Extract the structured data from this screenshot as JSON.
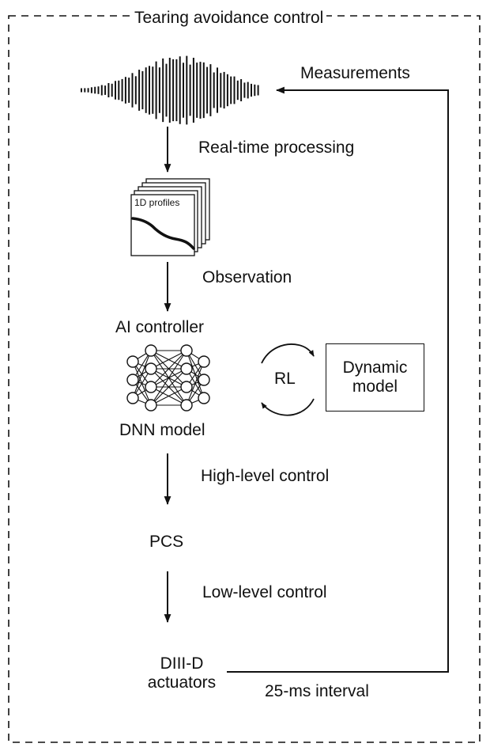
{
  "title": "Tearing avoidance control",
  "labels": {
    "measurements": "Measurements",
    "real_time_processing": "Real-time processing",
    "profiles": "1D profiles",
    "observation": "Observation",
    "ai_controller": "AI controller",
    "dnn_model": "DNN model",
    "rl": "RL",
    "dynamic_model": "Dynamic model",
    "high_level_control": "High-level control",
    "pcs": "PCS",
    "low_level_control": "Low-level control",
    "diii_d_actuators": "DIII-D actuators",
    "interval": "25-ms interval"
  },
  "icons": {
    "signal": "waveform-icon",
    "profiles": "stacked-profile-sheets-icon",
    "network": "neural-network-icon",
    "cycle": "circular-arrows-icon"
  },
  "colors": {
    "stroke": "#111111",
    "background": "#ffffff"
  }
}
